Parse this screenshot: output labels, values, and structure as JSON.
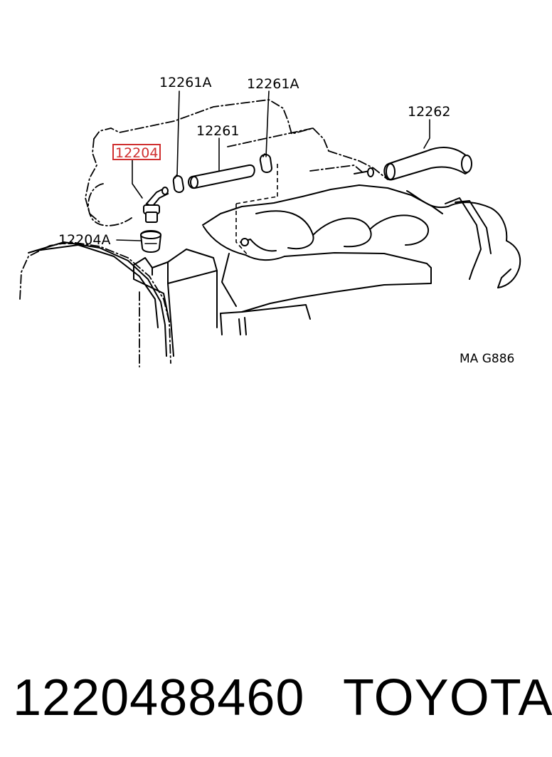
{
  "diagram": {
    "callouts": {
      "clamp_left": "12261A",
      "clamp_right": "12261A",
      "hose": "12261",
      "hose_right": "12262",
      "pcv_valve": "12204",
      "grommet": "12204A"
    },
    "reference_code": "MA G886",
    "highlight_color": "#d03030"
  },
  "footer": {
    "part_number": "1220488460",
    "brand": "TOYOTA"
  }
}
